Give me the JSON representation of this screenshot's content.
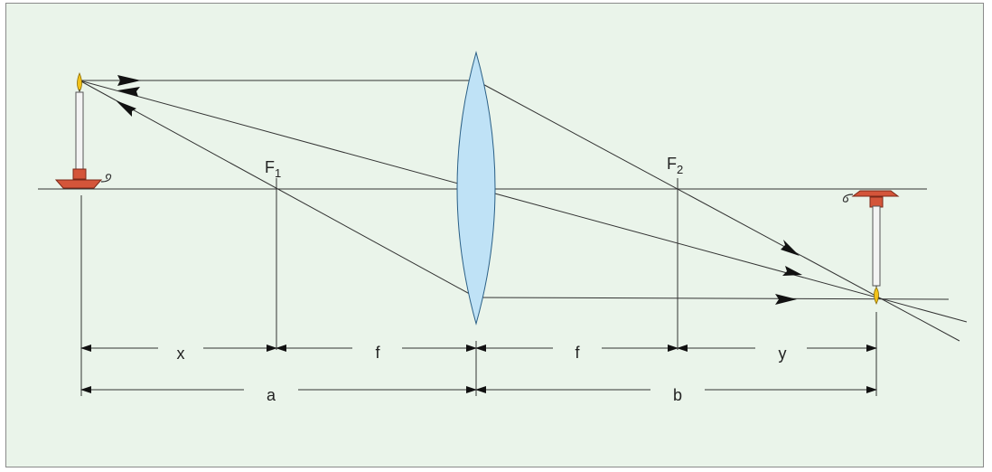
{
  "labels": {
    "focal_point_1": "F",
    "focal_point_1_sub": "1",
    "focal_point_2": "F",
    "focal_point_2_sub": "2",
    "dim_x": "x",
    "dim_f_left": "f",
    "dim_f_right": "f",
    "dim_y": "y",
    "dim_a": "a",
    "dim_b": "b"
  },
  "colors": {
    "background": "#eaf4ea",
    "line": "#333333",
    "lens_fill": "#bfe2f6",
    "lens_stroke": "#2a5f86",
    "candle_holder": "#d4553a",
    "candle_body": "#f4f4f4",
    "flame": "#f2c21a"
  }
}
